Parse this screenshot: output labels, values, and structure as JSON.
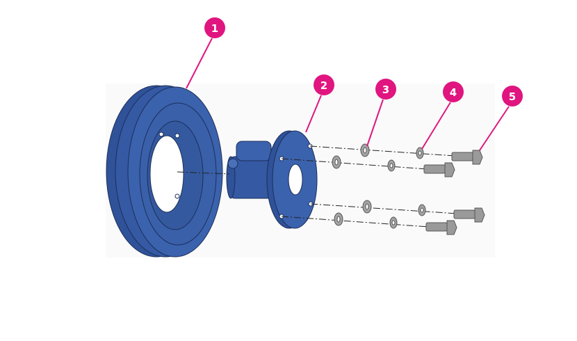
{
  "callouts": [
    {
      "label": "1",
      "part": "pulley"
    },
    {
      "label": "2",
      "part": "hub"
    },
    {
      "label": "3",
      "part": "flat-washer"
    },
    {
      "label": "4",
      "part": "lock-washer"
    },
    {
      "label": "5",
      "part": "bolt"
    }
  ],
  "colors": {
    "callout": "#e0157f",
    "part": "#3b62ad",
    "partDark": "#2a4a8a",
    "hardware": "#9a9a9a",
    "background": "#fafafa"
  }
}
